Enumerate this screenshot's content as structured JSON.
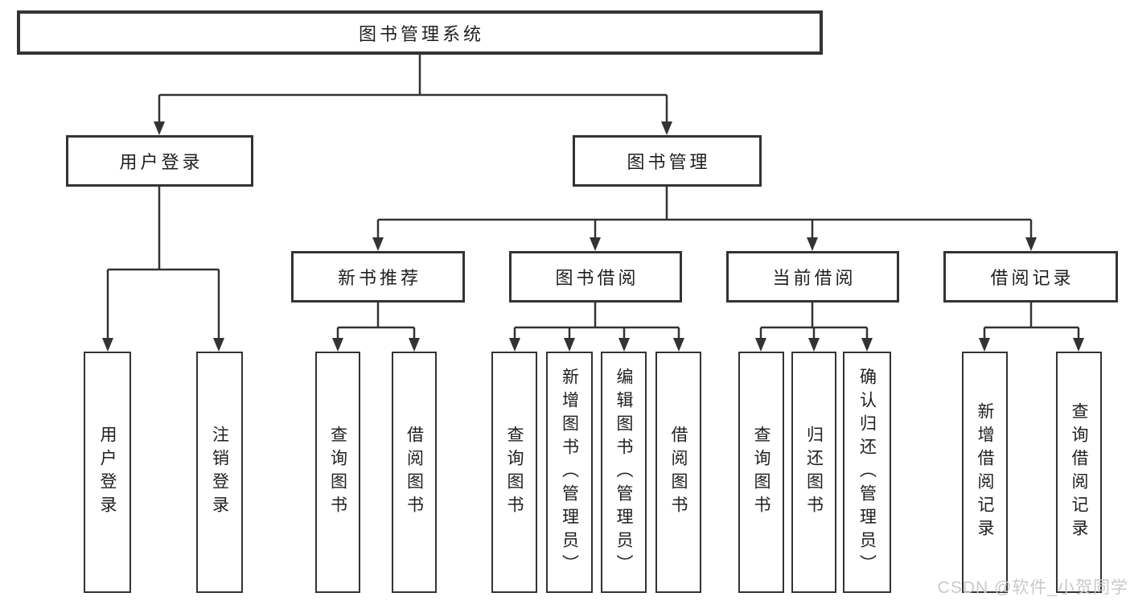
{
  "tree": {
    "root": {
      "label": "图书管理系统"
    },
    "branches": [
      {
        "label": "用户登录",
        "children": [
          {
            "label": "用户登录"
          },
          {
            "label": "注销登录"
          }
        ]
      },
      {
        "label": "图书管理",
        "children": [
          {
            "label": "新书推荐",
            "children": [
              {
                "label": "查询图书"
              },
              {
                "label": "借阅图书"
              }
            ]
          },
          {
            "label": "图书借阅",
            "children": [
              {
                "label": "查询图书"
              },
              {
                "label": "新增图书（管理员）"
              },
              {
                "label": "编辑图书（管理员）"
              },
              {
                "label": "借阅图书"
              }
            ]
          },
          {
            "label": "当前借阅",
            "children": [
              {
                "label": "查询图书"
              },
              {
                "label": "归还图书"
              },
              {
                "label": "确认归还（管理员）"
              }
            ]
          },
          {
            "label": "借阅记录",
            "children": [
              {
                "label": "新增借阅记录"
              },
              {
                "label": "查询借阅记录"
              }
            ]
          }
        ]
      }
    ]
  },
  "watermark": {
    "text": "CSDN @软件_小贺同学"
  },
  "colors": {
    "line": "#333333",
    "text": "#1f1f1f",
    "watermark": "#c9c9c9",
    "background": "#ffffff"
  }
}
